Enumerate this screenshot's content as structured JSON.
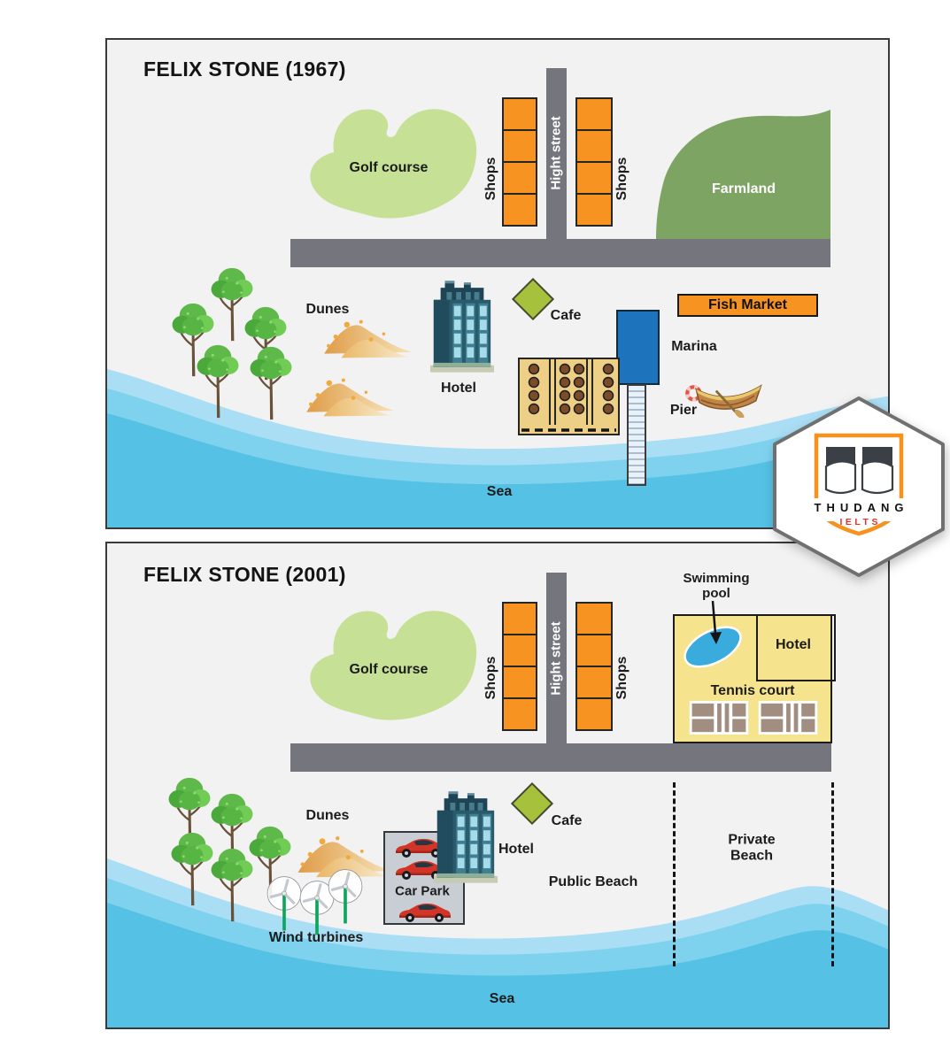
{
  "palette": {
    "map_background": "#f2f2f2",
    "map_border": "#3a3a3a",
    "road_gray": "#74757d",
    "shops_orange": "#f79320",
    "golf_green": "#c6e095",
    "farmland_green": "#7da463",
    "sea_light": "#aadef5",
    "sea_mid": "#7fd2ee",
    "sea_dark": "#55c1e5",
    "marina_blue": "#1d74bd",
    "cafe_green": "#a6c23c",
    "resort_yellow": "#f6e38d",
    "pool_blue": "#39abdd",
    "tennis_taupe": "#a18e80",
    "carpark_gray": "#c9ced4",
    "turbine_green": "#0ea55d",
    "sand": "#e2a14e",
    "logo_orange": "#f6921e",
    "logo_red": "#e8312a"
  },
  "m67": {
    "title": "FELIX STONE (1967)",
    "labels": {
      "golf": "Golf course",
      "shops_left": "Shops",
      "street": "Hight street",
      "shops_right": "Shops",
      "farmland": "Farmland",
      "dunes": "Dunes",
      "hotel": "Hotel",
      "cafe": "Cafe",
      "fish_market": "Fish Market",
      "marina": "Marina",
      "pier": "Pier",
      "sea": "Sea"
    }
  },
  "m01": {
    "title": "FELIX STONE (2001)",
    "labels": {
      "golf": "Golf course",
      "shops_left": "Shops",
      "street": "Hight street",
      "shops_right": "Shops",
      "swimming_pool": "Swimming pool",
      "hotel_resort": "Hotel",
      "tennis_court": "Tennis court",
      "dunes": "Dunes",
      "wind_turbines": "Wind turbines",
      "car_park": "Car Park",
      "hotel": "Hotel",
      "cafe": "Cafe",
      "public_beach": "Public Beach",
      "private_beach": "Private Beach",
      "sea": "Sea"
    }
  },
  "logo": {
    "brand": "THUDANG",
    "sub": "IELTS"
  }
}
